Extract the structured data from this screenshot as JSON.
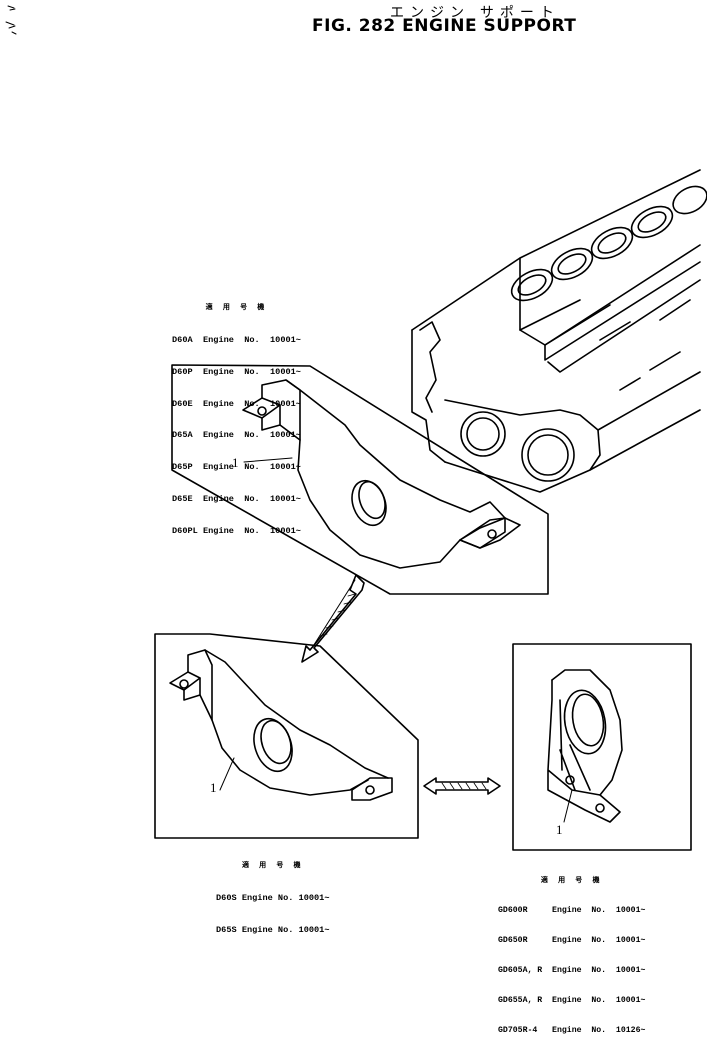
{
  "header": {
    "title_jp": "エンジン サポート",
    "title": "FIG. 282  ENGINE SUPPORT"
  },
  "groups": [
    {
      "id": "upper",
      "applicability_header": "適 用 号 機",
      "rows": [
        {
          "model": "D60A ",
          "text": "Engine  No.  10001~"
        },
        {
          "model": "D60P ",
          "text": "Engine  No.  10001~"
        },
        {
          "model": "D60E ",
          "text": "Engine  No.  10001~"
        },
        {
          "model": "D65A ",
          "text": "Engine  No.  10001~"
        },
        {
          "model": "D65P ",
          "text": "Engine  No.  10001~"
        },
        {
          "model": "D65E ",
          "text": "Engine  No.  10001~"
        },
        {
          "model": "D60PL",
          "text": "Engine  No.  10001~"
        }
      ],
      "callout": "1"
    },
    {
      "id": "lower-left",
      "applicability_header": "適 用 号 機",
      "rows": [
        {
          "model": "D60S",
          "text": "Engine No. 10001~"
        },
        {
          "model": "D65S",
          "text": "Engine No. 10001~"
        }
      ],
      "callout": "1"
    },
    {
      "id": "lower-right",
      "applicability_header": "適 用 号 機",
      "rows": [
        {
          "model": "GD600R     ",
          "text": "Engine  No.  10001~"
        },
        {
          "model": "GD650R     ",
          "text": "Engine  No.  10001~"
        },
        {
          "model": "GD605A, R  ",
          "text": "Engine  No.  10001~"
        },
        {
          "model": "GD655A, R  ",
          "text": "Engine  No.  10001~"
        },
        {
          "model": "GD705R-4   ",
          "text": "Engine  No.  10126~"
        }
      ],
      "callout": "1"
    }
  ]
}
